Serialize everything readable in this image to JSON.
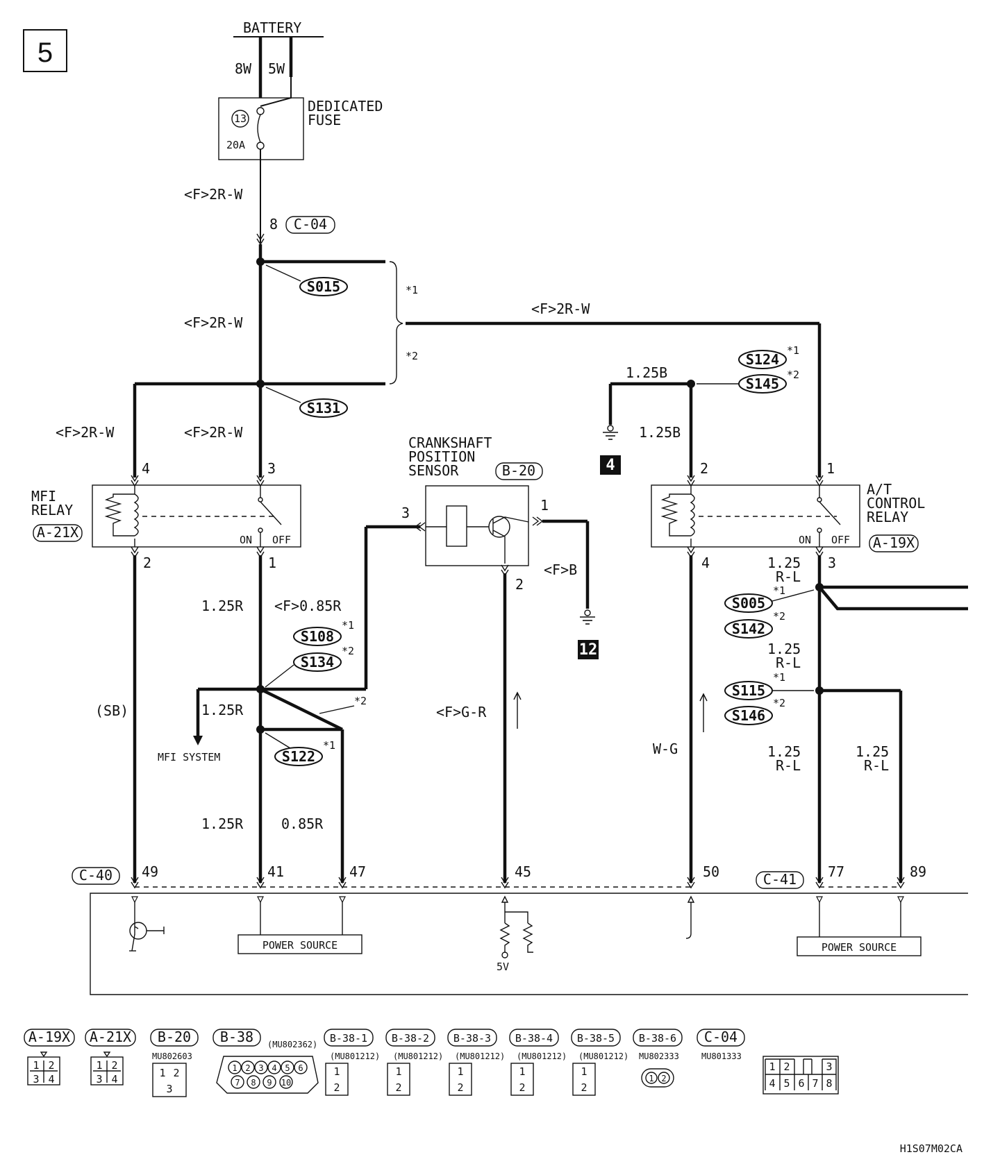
{
  "page_number": "5",
  "battery": {
    "label": "BATTERY",
    "left_wire": "8W",
    "right_wire": "5W"
  },
  "fuse": {
    "title_line1": "DEDICATED",
    "title_line2": "FUSE",
    "number": "13",
    "rating": "20A"
  },
  "wires": {
    "f_2rw": "<F>2R-W",
    "r125": "1.25R",
    "f_085r": "<F>0.85R",
    "r085": "0.85R",
    "sb": "(SB)",
    "f_b": "<F>B",
    "f_gr": "<F>G-R",
    "b125": "1.25B",
    "wg": "W-G",
    "rl_top": "1.25",
    "rl_bottom": "R-L"
  },
  "notes": {
    "star1": "*1",
    "star2": "*2"
  },
  "splices": {
    "s015": "S015",
    "s131": "S131",
    "s108": "S108",
    "s134": "S134",
    "s122": "S122",
    "s124": "S124",
    "s145": "S145",
    "s005": "S005",
    "s142": "S142",
    "s115": "S115",
    "s146": "S146"
  },
  "connectors": {
    "c04": "C-04",
    "c40": "C-40",
    "c41": "C-41",
    "a21x": "A-21X",
    "a19x": "A-19X",
    "b20": "B-20"
  },
  "pins": {
    "c04": "8",
    "mfi_4": "4",
    "mfi_3": "3",
    "mfi_2": "2",
    "mfi_1": "1",
    "cps_3": "3",
    "cps_1": "1",
    "cps_2": "2",
    "at_2": "2",
    "at_1": "1",
    "at_4": "4",
    "at_3": "3",
    "p49": "49",
    "p41": "41",
    "p47": "47",
    "p45": "45",
    "p50": "50",
    "p77": "77",
    "p89": "89"
  },
  "components": {
    "mfi_relay_line1": "MFI",
    "mfi_relay_line2": "RELAY",
    "on": "ON",
    "off": "OFF",
    "crankshaft_line1": "CRANKSHAFT",
    "crankshaft_line2": "POSITION",
    "crankshaft_line3": "SENSOR",
    "at_relay_line1": "A/T",
    "at_relay_line2": "CONTROL",
    "at_relay_line3": "RELAY",
    "mfi_system": "MFI SYSTEM",
    "power_source": "POWER SOURCE",
    "five_v": "5V"
  },
  "grounds": {
    "g4": "4",
    "g12": "12"
  },
  "legend": [
    {
      "id": "A-19X",
      "part": ""
    },
    {
      "id": "A-21X",
      "part": ""
    },
    {
      "id": "B-20",
      "part": "MU802603"
    },
    {
      "id": "B-38",
      "part": "(MU802362)"
    },
    {
      "id": "B-38-1",
      "part": "(MU801212)"
    },
    {
      "id": "B-38-2",
      "part": "(MU801212)"
    },
    {
      "id": "B-38-3",
      "part": "(MU801212)"
    },
    {
      "id": "B-38-4",
      "part": "(MU801212)"
    },
    {
      "id": "B-38-5",
      "part": "(MU801212)"
    },
    {
      "id": "B-38-6",
      "part": "MU802333"
    },
    {
      "id": "C-04",
      "part": "MU801333"
    }
  ],
  "legend_pins": {
    "p1": "1",
    "p2": "2",
    "p3": "3",
    "p4": "4",
    "p5": "5",
    "p6": "6",
    "p7": "7",
    "p8": "8",
    "p9": "9",
    "p10": "10"
  },
  "footer_code": "H1S07M02CA"
}
